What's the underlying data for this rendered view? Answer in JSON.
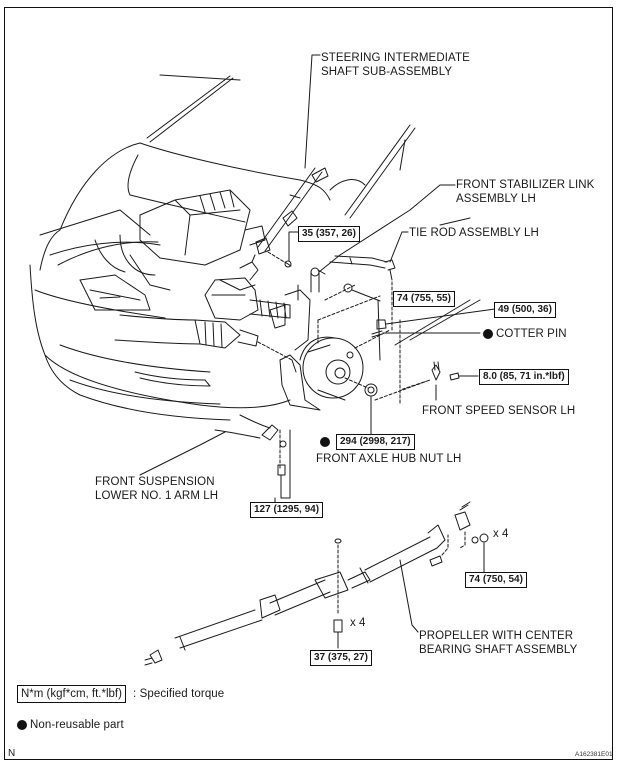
{
  "diagram": {
    "components": [
      {
        "id": "steering_shaft",
        "label": [
          "STEERING INTERMEDIATE",
          "SHAFT SUB-ASSEMBLY"
        ]
      },
      {
        "id": "stabilizer_link",
        "label": [
          "FRONT STABILIZER LINK",
          "ASSEMBLY LH"
        ]
      },
      {
        "id": "tie_rod",
        "label": [
          "TIE ROD ASSEMBLY LH"
        ]
      },
      {
        "id": "cotter_pin",
        "label": [
          "COTTER PIN"
        ],
        "non_reusable": true
      },
      {
        "id": "speed_sensor",
        "label": [
          "FRONT SPEED SENSOR LH"
        ]
      },
      {
        "id": "hub_nut",
        "label": [
          "FRONT AXLE HUB NUT LH"
        ],
        "non_reusable": true
      },
      {
        "id": "lower_arm",
        "label": [
          "FRONT SUSPENSION",
          "LOWER NO. 1 ARM LH"
        ]
      },
      {
        "id": "propeller_shaft",
        "label": [
          "PROPELLER WITH CENTER",
          "BEARING SHAFT ASSEMBLY"
        ]
      }
    ],
    "torques": [
      {
        "id": "t_steering",
        "text": "35 (357, 26)"
      },
      {
        "id": "t_tierod",
        "text": "74 (755, 55)"
      },
      {
        "id": "t_stabilizer",
        "text": "49 (500, 36)"
      },
      {
        "id": "t_sensor",
        "text": "8.0 (85, 71 in.*lbf)"
      },
      {
        "id": "t_hubnut",
        "text": "294 (2998, 217)"
      },
      {
        "id": "t_lowerarm",
        "text": "127 (1295, 94)"
      },
      {
        "id": "t_propeller_rear",
        "text": "74 (750, 54)"
      },
      {
        "id": "t_center_bearing",
        "text": "37 (375, 27)"
      }
    ],
    "quantities": {
      "propeller_rear_bolts": "x 4",
      "center_bearing_bolts": "x 4"
    }
  },
  "legend": {
    "torque_unit": "N*m (kgf*cm, ft.*lbf)",
    "torque_desc": ": Specified torque",
    "non_reusable": "Non-reusable part"
  },
  "footer": {
    "corner_mark": "N",
    "figure_id": "A162381E01"
  },
  "colors": {
    "line": "#1a1a1a",
    "background": "#ffffff"
  }
}
